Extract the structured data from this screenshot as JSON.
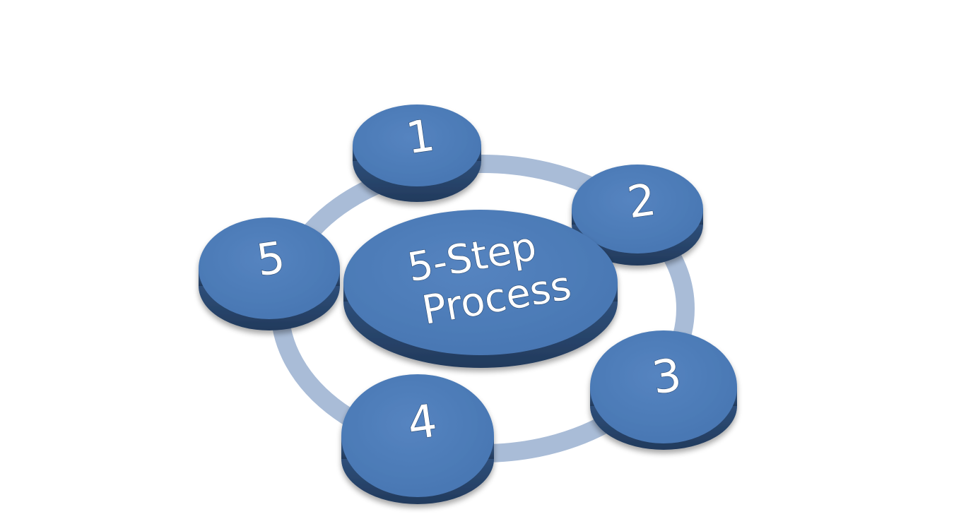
{
  "colors": {
    "disc_top": "#4d7dba",
    "disc_side": "#2e4f7a",
    "ring": "#a9bcd7",
    "label": "#ffffff"
  },
  "center": {
    "line1": "5-Step",
    "line2": "Process"
  },
  "steps": [
    {
      "label": "1"
    },
    {
      "label": "2"
    },
    {
      "label": "3"
    },
    {
      "label": "4"
    },
    {
      "label": "5"
    }
  ]
}
